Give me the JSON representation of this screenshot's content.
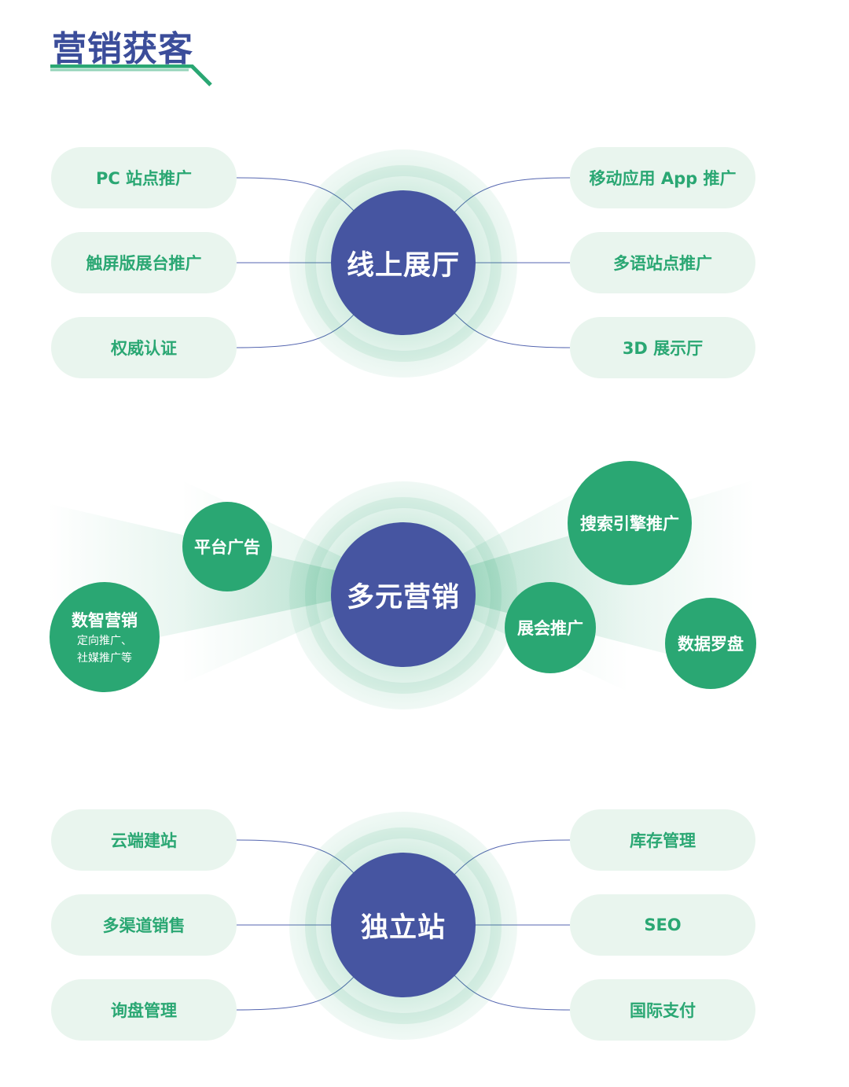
{
  "title": "营销获客",
  "colors": {
    "hub": "#4655a1",
    "accent_green": "#2aa773",
    "pill_bg": "#e9f5ee",
    "title": "#3b4d9a"
  },
  "section_online": {
    "hub_label": "线上展厅",
    "left_items": [
      "PC 站点推广",
      "触屏版展台推广",
      "权威认证"
    ],
    "right_items": [
      "移动应用 App 推广",
      "多语站点推广",
      "3D 展示厅"
    ]
  },
  "section_marketing": {
    "hub_label": "多元营销",
    "bubbles": {
      "platform_ads": "平台广告",
      "smart_marketing": "数智营销",
      "smart_marketing_sub1": "定向推广、",
      "smart_marketing_sub2": "社媒推广等",
      "search_engine": "搜索引擎推广",
      "expo": "展会推广",
      "data_compass": "数据罗盘"
    }
  },
  "section_standalone": {
    "hub_label": "独立站",
    "left_items": [
      "云端建站",
      "多渠道销售",
      "询盘管理"
    ],
    "right_items": [
      "库存管理",
      "SEO",
      "国际支付"
    ]
  }
}
